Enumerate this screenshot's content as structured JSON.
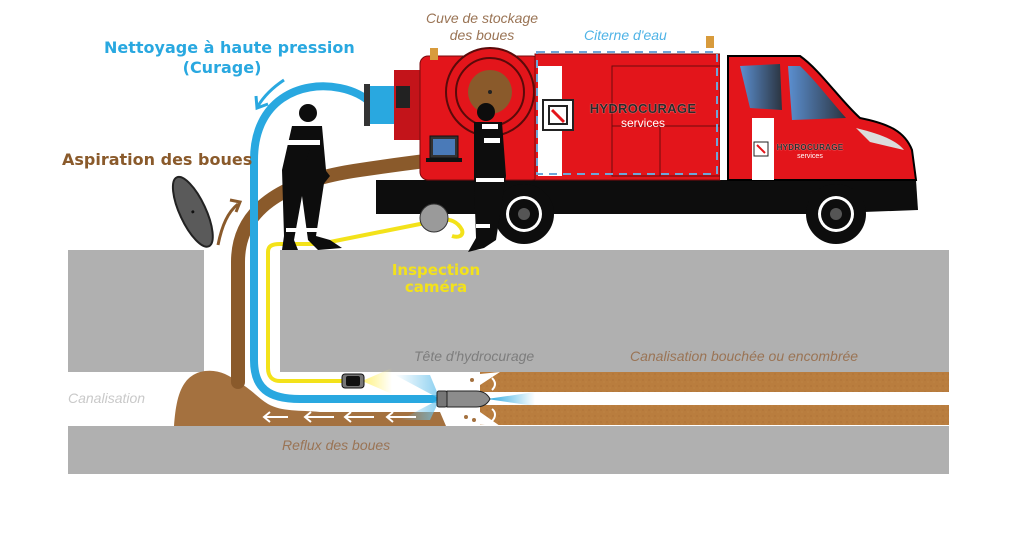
{
  "labels": {
    "high_pressure_line1": "Nettoyage à haute pression",
    "high_pressure_line2": "(Curage)",
    "suction": "Aspiration des boues",
    "sludge_tank_line1": "Cuve de stockage",
    "sludge_tank_line2": "des boues",
    "water_tank": "Citerne d'eau",
    "camera_line1": "Inspection",
    "camera_line2": "caméra",
    "nozzle": "Tête d'hydrocurage",
    "blocked_pipe": "Canalisation bouchée ou encombrée",
    "pipe": "Canalisation",
    "backflow": "Reflux des boues"
  },
  "truck": {
    "brand_name": "HYDROCURAGE",
    "brand_sub": "services"
  },
  "colors": {
    "water_blue": "#29a8e0",
    "sludge_brown": "#8a5a2b",
    "camera_yellow": "#f3e21a",
    "truck_red": "#e3151b",
    "ground_grey": "#b0b0b0",
    "deposit_tan": "#b97d3e"
  }
}
